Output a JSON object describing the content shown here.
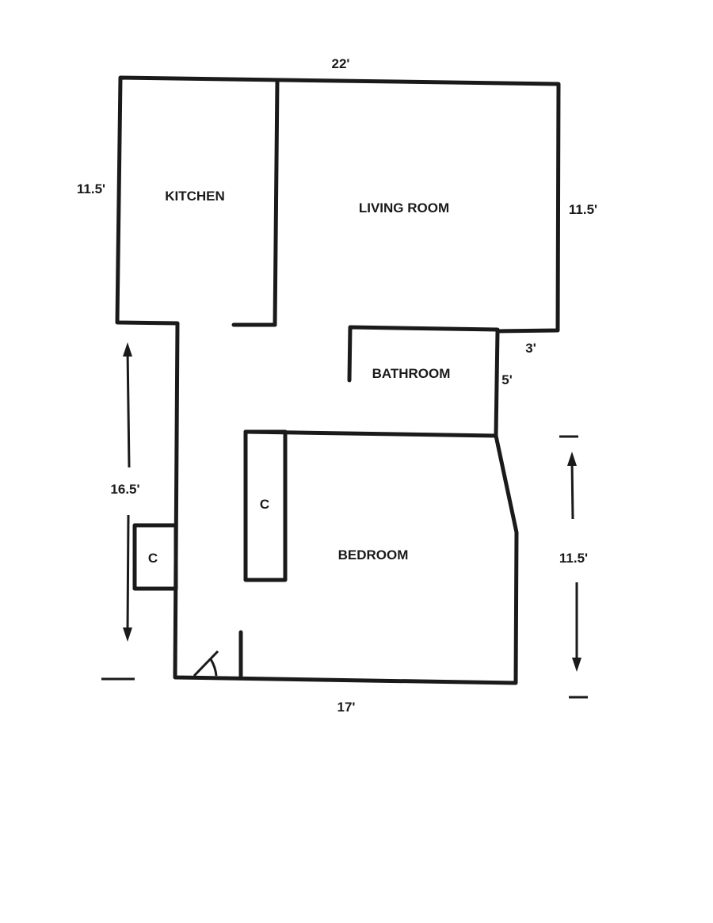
{
  "rooms": {
    "kitchen": "KITCHEN",
    "living_room": "LIVING ROOM",
    "bathroom": "BATHROOM",
    "bedroom": "BEDROOM",
    "closet_hall": "C",
    "closet_bedroom": "C"
  },
  "dimensions": {
    "top_width": "22'",
    "kitchen_height": "11.5'",
    "living_height": "11.5'",
    "bath_width": "3'",
    "bath_height": "5'",
    "hall_length": "16.5'",
    "bedroom_height": "11.5'",
    "bottom_width": "17'"
  }
}
